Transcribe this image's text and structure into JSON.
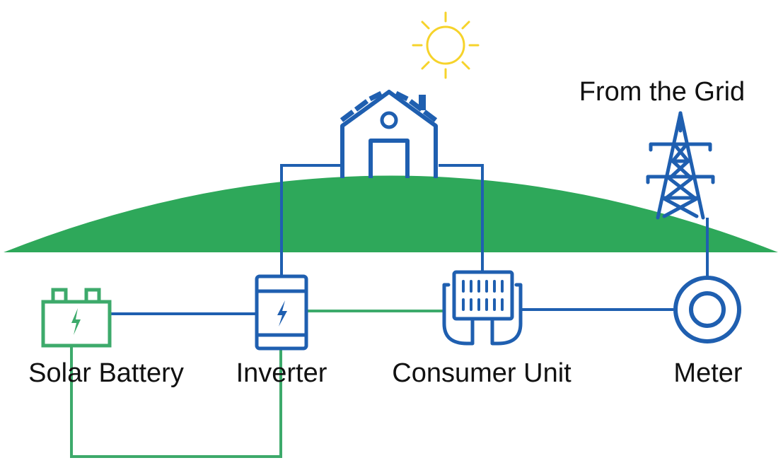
{
  "labels": {
    "solar_battery": "Solar Battery",
    "inverter": "Inverter",
    "consumer_unit": "Consumer Unit",
    "meter": "Meter",
    "grid": "From the Grid"
  },
  "colors": {
    "blue": "#1f5fb0",
    "green": "#3daa6b",
    "hill": "#2ea85a",
    "sun": "#f6d32b",
    "text": "#111111"
  },
  "icons": [
    "sun-icon",
    "house-icon",
    "pylon-icon",
    "battery-icon",
    "inverter-icon",
    "consumer-unit-icon",
    "meter-icon"
  ]
}
